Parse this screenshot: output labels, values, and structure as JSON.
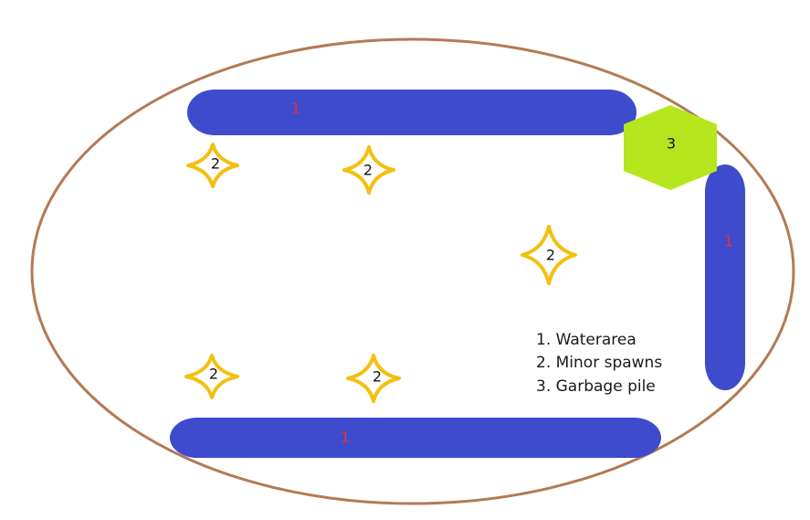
{
  "colors": {
    "background": "#ffffff",
    "arena_border": "#b27a55",
    "water": "#3e4bcc",
    "water_label": "#e83030",
    "spawn_stroke": "#f2c010",
    "spawn_label": "#111111",
    "garbage": "#b5e61d",
    "garbage_label": "#111111"
  },
  "water_areas": [
    {
      "label": "1",
      "icon": "water-area"
    },
    {
      "label": "1",
      "icon": "water-area"
    },
    {
      "label": "1",
      "icon": "water-area"
    }
  ],
  "spawns": [
    {
      "label": "2",
      "icon": "star-icon"
    },
    {
      "label": "2",
      "icon": "star-icon"
    },
    {
      "label": "2",
      "icon": "star-icon"
    },
    {
      "label": "2",
      "icon": "star-icon"
    },
    {
      "label": "2",
      "icon": "star-icon"
    }
  ],
  "garbage_pile": {
    "label": "3",
    "icon": "hexagon-icon"
  },
  "legend": [
    {
      "text": "1. Waterarea"
    },
    {
      "text": "2. Minor spawns"
    },
    {
      "text": "3. Garbage pile"
    }
  ]
}
